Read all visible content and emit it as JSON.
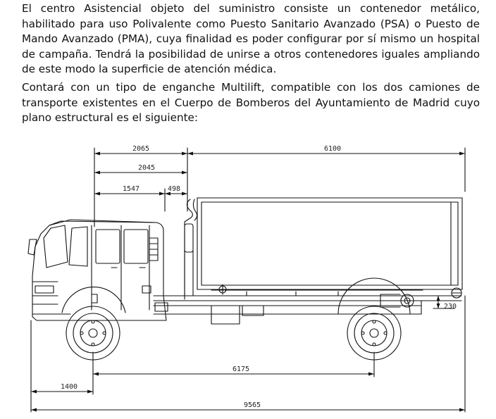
{
  "paragraphs": [
    "El centro Asistencial objeto del suministro consiste un contenedor metálico, habilitado para uso Polivalente como Puesto Sanitario Avanzado (PSA) o Puesto de Mando Avanzado (PMA), cuya finalidad es poder configurar por sí mismo un hospital de campaña.  Tendrá la posibilidad de unirse a otros contenedores iguales ampliando de este modo la superficie de atención médica.",
    "Contará con un tipo de  enganche Multilift, compatible con los dos camiones de transporte existentes en el Cuerpo de Bomberos del Ayuntamiento de Madrid cuyo plano estructural es el siguiente:"
  ],
  "drawing": {
    "dimensions": {
      "cab_to_hook": "2065",
      "container_length": "6100",
      "cab_to_axle": "2045",
      "cab_length": "1547",
      "gap": "498",
      "container_height_offset": "230",
      "wheelbase": "6175",
      "front_overhang": "1400",
      "total_length": "9565"
    }
  }
}
